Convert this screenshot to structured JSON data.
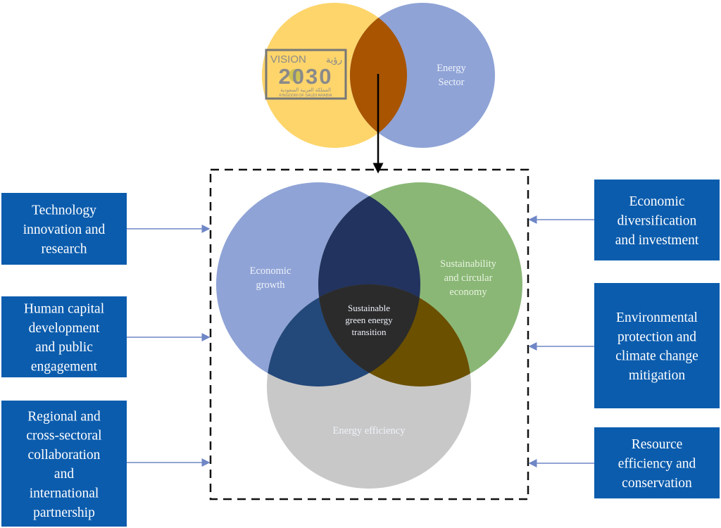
{
  "logo": {
    "text_latin": "VISION",
    "text_arabic": "رؤية",
    "year": "2030",
    "subtitle_arabic": "المملكة العربية السعودية",
    "subtitle_latin": "KINGDOM OF SAUDI ARABIA"
  },
  "top_circles": {
    "energy_sector": {
      "lines": [
        "Energy",
        "Sector"
      ],
      "color": "#8fa3d6"
    },
    "vision_color": "#fdd56b",
    "overlap_color": "#a85400"
  },
  "venn": {
    "economic_growth": {
      "lines": [
        "Economic",
        "growth"
      ],
      "color": "#8fa3d6"
    },
    "sustainability": {
      "lines": [
        "Sustainability",
        "and circular",
        "economy"
      ],
      "color": "#8ab776"
    },
    "energy_efficiency": {
      "lines": [
        "Energy efficiency"
      ],
      "color": "#c8c8c8"
    },
    "center": {
      "lines": [
        "Sustainable",
        "green energy",
        "transition"
      ],
      "color": "#2b2b2b"
    },
    "growth_sustainability_color": "#22335f",
    "growth_efficiency_color": "#23487a",
    "sustainability_efficiency_color": "#6b5000"
  },
  "left_factors": [
    {
      "lines": [
        "Technology",
        "innovation and",
        "research"
      ]
    },
    {
      "lines": [
        "Human capital",
        "development",
        "and public",
        "engagement"
      ]
    },
    {
      "lines": [
        "Regional and",
        "cross-sectoral",
        "collaboration",
        "and",
        "international",
        "partnership"
      ]
    }
  ],
  "right_factors": [
    {
      "lines": [
        "Economic",
        "diversification",
        "and investment"
      ]
    },
    {
      "lines": [
        "Environmental",
        "protection and",
        "climate change",
        "mitigation"
      ]
    },
    {
      "lines": [
        "Resource",
        "efficiency and",
        "conservation"
      ]
    }
  ],
  "box_color": "#0b5cad",
  "arrow_color": "#6f87c6"
}
